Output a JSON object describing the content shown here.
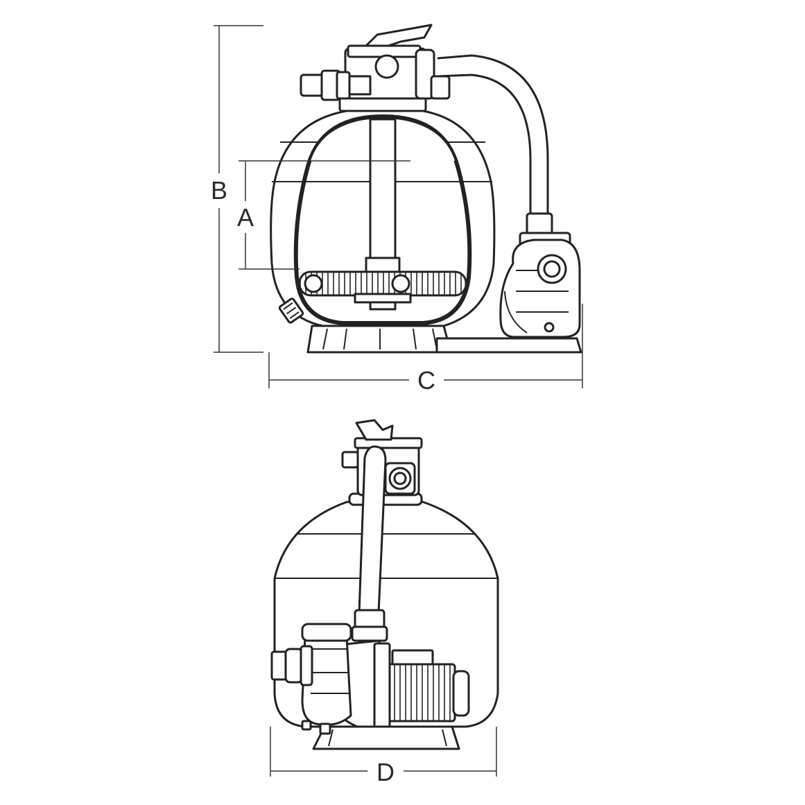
{
  "labels": {
    "a": "A",
    "b": "B",
    "c": "C",
    "d": "D"
  },
  "colors": {
    "line": "#222222",
    "background": "#ffffff",
    "sand_speckle": "#333333"
  }
}
